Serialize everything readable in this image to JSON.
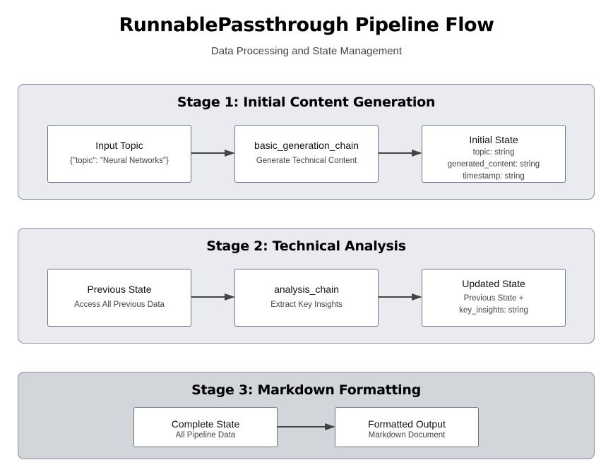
{
  "title": "RunnablePassthrough Pipeline Flow",
  "subtitle": "Data Processing and State Management",
  "stages": [
    {
      "title": "Stage 1: Initial Content Generation",
      "nodes": [
        {
          "label": "Input Topic",
          "lines": [
            "{\"topic\": \"Neural Networks\"}"
          ]
        },
        {
          "label": "basic_generation_chain",
          "lines": [
            "Generate Technical Content"
          ]
        },
        {
          "label": "Initial State",
          "lines": [
            "topic: string",
            "generated_content: string",
            "timestamp: string"
          ]
        }
      ]
    },
    {
      "title": "Stage 2: Technical Analysis",
      "nodes": [
        {
          "label": "Previous State",
          "lines": [
            "Access All Previous Data"
          ]
        },
        {
          "label": "analysis_chain",
          "lines": [
            "Extract Key Insights"
          ]
        },
        {
          "label": "Updated State",
          "lines": [
            "Previous State +",
            "key_insights: string"
          ]
        }
      ]
    },
    {
      "title": "Stage 3: Markdown Formatting",
      "nodes": [
        {
          "label": "Complete State",
          "lines": [
            "All Pipeline Data"
          ]
        },
        {
          "label": "Formatted Output",
          "lines": [
            "Markdown Document"
          ]
        }
      ]
    }
  ]
}
